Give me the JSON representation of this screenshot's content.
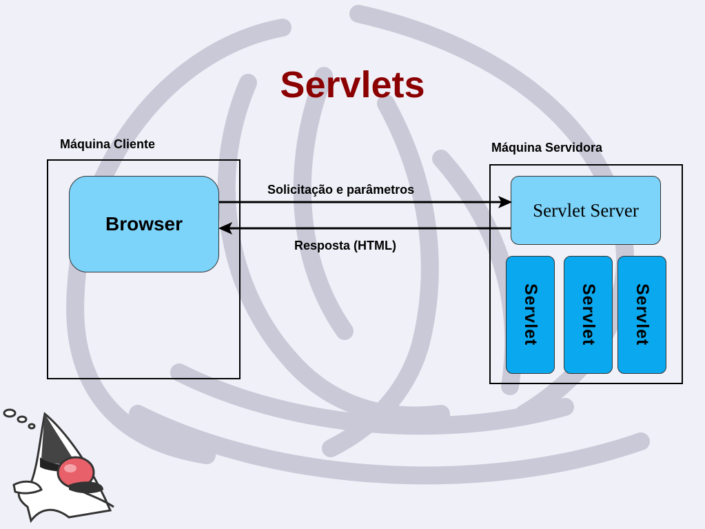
{
  "title": "Servlets",
  "client": {
    "label": "Máquina Cliente",
    "browser_label": "Browser"
  },
  "server": {
    "label": "Máquina Servidora",
    "server_label": "Servlet Server",
    "servlets": [
      "Servlet",
      "Servlet",
      "Servlet"
    ]
  },
  "arrows": {
    "request_label": "Solicitação e parâmetros",
    "response_label": "Resposta (HTML)"
  },
  "colors": {
    "title": "#8b0000",
    "node_fill": "#7dd4fa",
    "servlet_fill": "#0aa8ee",
    "background": "#f0f0f8",
    "watermark": "#c8c8d6"
  },
  "icons": [
    "duke-mascot-icon",
    "thought-bubble-icon",
    "java-cup-watermark-icon"
  ]
}
